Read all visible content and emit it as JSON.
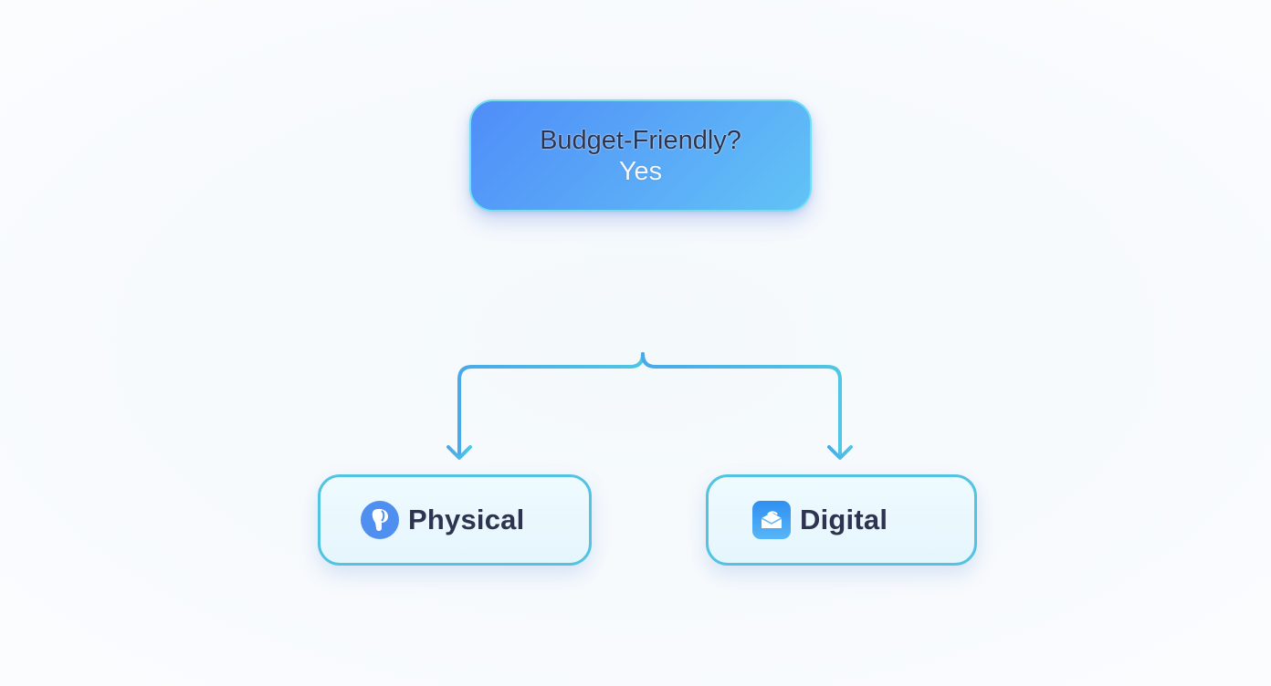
{
  "diagram": {
    "root": {
      "question": "Budget-Friendly?",
      "answer": "Yes"
    },
    "branches": [
      {
        "label": "Physical",
        "icon": "physical-p-icon"
      },
      {
        "label": "Digital",
        "icon": "envelope-icon"
      }
    ],
    "colors": {
      "root_gradient_start": "#4f8df8",
      "root_gradient_end": "#62c3f6",
      "root_border": "#6ee0f0",
      "connector": "#4fbce6",
      "leaf_border": "#53c3e2",
      "leaf_fill": "#eaf8fd",
      "text_dark": "#2e3350",
      "background": "#f7fafd"
    }
  }
}
